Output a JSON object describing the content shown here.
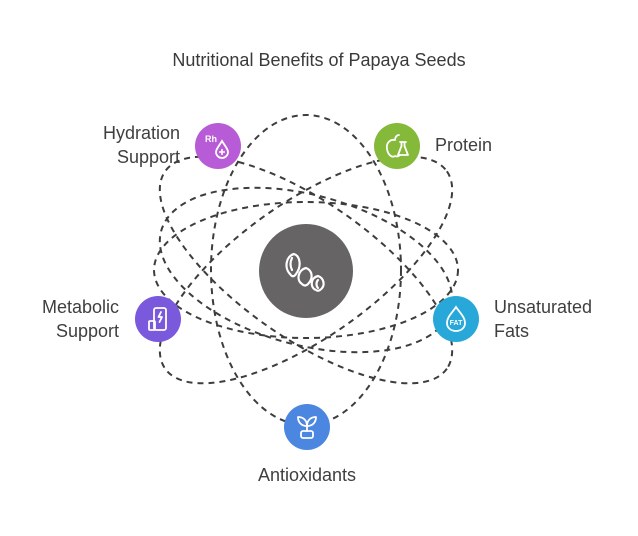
{
  "title": "Nutritional Benefits of Papaya Seeds",
  "center": {
    "icon": "papaya-seeds-icon",
    "color": "#666464"
  },
  "nodes": [
    {
      "id": "hydration",
      "label_lines": [
        "Hydration",
        "Support"
      ],
      "icon": "rh-drop-icon",
      "color": "#b75bd6"
    },
    {
      "id": "protein",
      "label_lines": [
        "Protein"
      ],
      "icon": "apple-flask-icon",
      "color": "#85b93a"
    },
    {
      "id": "fats",
      "label_lines": [
        "Unsaturated",
        "Fats"
      ],
      "icon": "fat-drop-icon",
      "color": "#28a8d8"
    },
    {
      "id": "antioxidants",
      "label_lines": [
        "Antioxidants"
      ],
      "icon": "sprout-icon",
      "color": "#4b86e0"
    },
    {
      "id": "metabolic",
      "label_lines": [
        "Metabolic",
        "Support"
      ],
      "icon": "phone-charging-icon",
      "color": "#7a59dc"
    }
  ],
  "icon_text": {
    "rh": "Rh",
    "fat": "FAT"
  }
}
